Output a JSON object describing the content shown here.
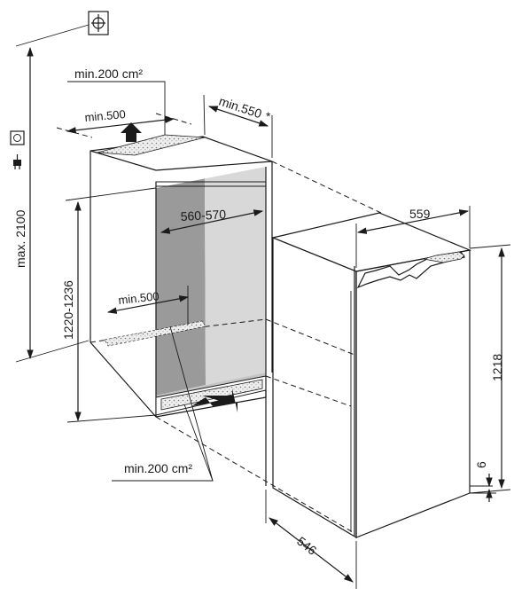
{
  "labels": {
    "vent_top": "min.200 cm²",
    "vent_bottom": "min.200 cm²",
    "depth_top": "min.500",
    "depth_bottom": "min.500",
    "depth_side": "min.550",
    "depth_side_note": "*",
    "niche_width": "560-570",
    "niche_height": "1220-1236",
    "max_height": "max. 2100",
    "appliance_width": "559",
    "appliance_height": "1218",
    "appliance_depth": "546",
    "base_offset": "6"
  },
  "icons": [
    "grounding-symbol-icon",
    "power-socket-icon",
    "power-plug-icon"
  ],
  "colors": {
    "line": "#1a1a1a",
    "niche_grey": "#9a9a9a",
    "niche_light": "#d8d8d8",
    "background": "#ffffff"
  }
}
